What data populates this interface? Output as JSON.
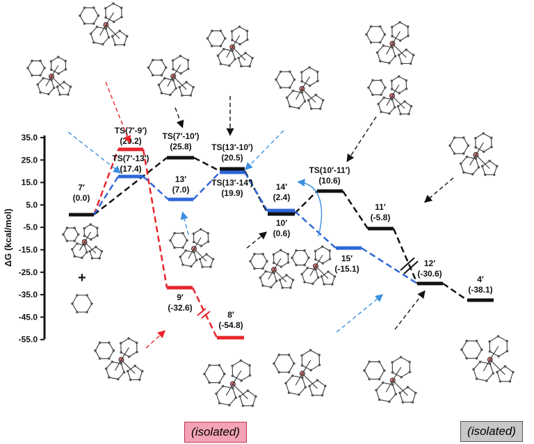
{
  "axis": {
    "label": "ΔG (kcal/mol)",
    "ticks": [
      "35.0",
      "25.0",
      "15.0",
      "5.0",
      "-5.0",
      "-15.0",
      "-25.0",
      "-35.0",
      "-45.0",
      "-55.0"
    ],
    "range": [
      -55,
      35
    ]
  },
  "plus_sign": "+",
  "colors": {
    "black_path": "#111111",
    "red_path": "#e8242a",
    "blue_path": "#2e66d8",
    "arrow_blue": "#3a8fe0"
  },
  "levels": [
    {
      "id": "lvl-7p",
      "name": "7′",
      "value_text": "(0.0)",
      "value": 0.0,
      "path": "black"
    },
    {
      "id": "lvl-ts79",
      "name": "TS(7′-9′)",
      "value_text": "(29.2)",
      "value": 29.2,
      "path": "red"
    },
    {
      "id": "lvl-ts713",
      "name": "TS(7′-13′)",
      "value_text": "(17.4)",
      "value": 17.4,
      "path": "blue"
    },
    {
      "id": "lvl-ts710",
      "name": "TS(7′-10′)",
      "value_text": "(25.8)",
      "value": 25.8,
      "path": "black"
    },
    {
      "id": "lvl-13p",
      "name": "13′",
      "value_text": "(7.0)",
      "value": 7.0,
      "path": "blue"
    },
    {
      "id": "lvl-9p",
      "name": "9′",
      "value_text": "(-32.6)",
      "value": -32.6,
      "path": "red"
    },
    {
      "id": "lvl-8p",
      "name": "8′",
      "value_text": "(-54.8)",
      "value": -54.8,
      "path": "red"
    },
    {
      "id": "lvl-ts1310",
      "name": "TS(13′-10′)",
      "value_text": "(20.5)",
      "value": 20.5,
      "path": "black"
    },
    {
      "id": "lvl-ts1314",
      "name": "TS(13′-14′)",
      "value_text": "(19.9)",
      "value": 19.9,
      "path": "blue"
    },
    {
      "id": "lvl-14p",
      "name": "14′",
      "value_text": "(2.4)",
      "value": 2.4,
      "path": "blue"
    },
    {
      "id": "lvl-10p",
      "name": "10′",
      "value_text": "(0.6)",
      "value": 0.6,
      "path": "black"
    },
    {
      "id": "lvl-ts1011",
      "name": "TS(10′-11′)",
      "value_text": "(10.6)",
      "value": 10.6,
      "path": "black"
    },
    {
      "id": "lvl-11p",
      "name": "11′",
      "value_text": "(-5.8)",
      "value": -5.8,
      "path": "black"
    },
    {
      "id": "lvl-15p",
      "name": "15′",
      "value_text": "(-15.1)",
      "value": -15.1,
      "path": "blue"
    },
    {
      "id": "lvl-12p",
      "name": "12′",
      "value_text": "(-30.6)",
      "value": -30.6,
      "path": "black"
    },
    {
      "id": "lvl-4p",
      "name": "4′",
      "value_text": "(-38.1)",
      "value": -38.1,
      "path": "black"
    }
  ],
  "tags": {
    "left": "(isolated)",
    "right": "(isolated)"
  }
}
